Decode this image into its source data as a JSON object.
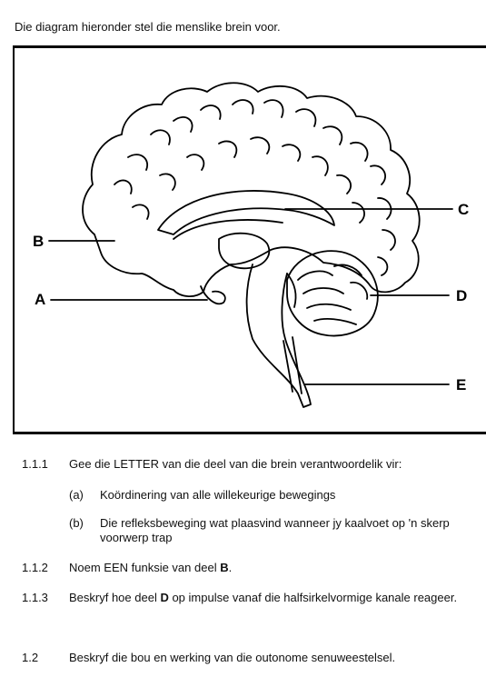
{
  "intro": "Die diagram hieronder stel die menslike brein voor.",
  "diagram": {
    "labels": {
      "A": "A",
      "B": "B",
      "C": "C",
      "D": "D",
      "E": "E"
    }
  },
  "questions": [
    {
      "number": "1.1.1",
      "text": "Gee die LETTER van die deel van die brein verantwoordelik vir:",
      "parts": [
        {
          "label": "(a)",
          "text": "Koördinering van alle willekeurige bewegings"
        },
        {
          "label": "(b)",
          "text": "Die refleksbeweging wat plaasvind wanneer jy kaalvoet op 'n skerp voorwerp trap"
        }
      ]
    },
    {
      "number": "1.1.2",
      "text_before": "Noem EEN funksie van deel ",
      "bold": "B",
      "text_after": "."
    },
    {
      "number": "1.1.3",
      "text_before": "Beskryf hoe deel ",
      "bold": "D",
      "text_after": " op impulse vanaf die halfsirkelvormige kanale reageer."
    },
    {
      "number": "1.2",
      "text": "Beskryf die bou en werking van die outonome senuweestelsel."
    }
  ]
}
